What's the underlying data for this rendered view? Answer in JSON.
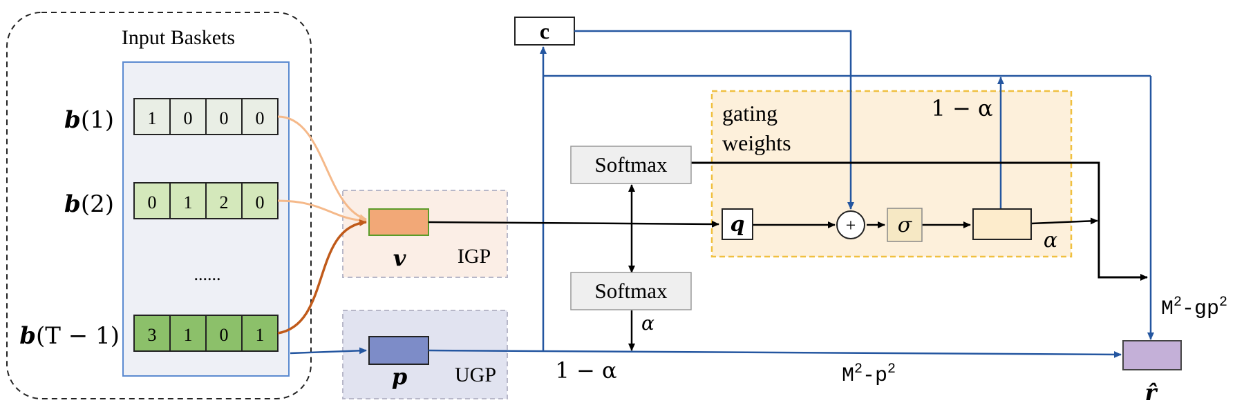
{
  "input_panel": {
    "title": "Input Baskets",
    "baskets": [
      {
        "label_var": "b",
        "label_arg": "(1)",
        "cells": [
          "1",
          "0",
          "0",
          "0"
        ],
        "fill": "#e9eee5"
      },
      {
        "label_var": "b",
        "label_arg": "(2)",
        "cells": [
          "0",
          "1",
          "2",
          "0"
        ],
        "fill": "#d4e8bb"
      },
      {
        "label_var": "b",
        "label_arg": "(T − 1)",
        "cells": [
          "3",
          "1",
          "0",
          "1"
        ],
        "fill": "#8cc06a"
      }
    ],
    "ellipsis": "......"
  },
  "igp": {
    "vector_label": "v",
    "group_label": "IGP",
    "vector_fill": "#f2a877"
  },
  "ugp": {
    "vector_label": "p",
    "group_label": "UGP",
    "vector_fill": "#7d8cc8"
  },
  "top_node": {
    "label": "c"
  },
  "softmax": {
    "top_label": "Softmax",
    "bottom_label": "Softmax"
  },
  "gating": {
    "title_line1": "gating",
    "title_line2": "weights",
    "q_label": "q",
    "plus_label": "+",
    "sigma_label": "σ",
    "alpha_label": "α",
    "one_minus_alpha_label": "1 − α"
  },
  "edges": {
    "softmax_alpha": "α",
    "bottom_one_minus_alpha": "1 − α",
    "m2_p2": {
      "base": "M",
      "sup1": "2",
      "mid": "-p",
      "sup2": "2"
    },
    "m2_gp2": {
      "base": "M",
      "sup1": "2",
      "mid": "-gp",
      "sup2": "2"
    }
  },
  "output": {
    "label": "r̂",
    "fill": "#c4b0d8"
  },
  "colors": {
    "blue_line": "#2456a0",
    "orange_dark": "#c05a1a",
    "orange_light": "#f5b98a",
    "gating_fill": "#fdf0db",
    "gating_border": "#f0c040",
    "igp_fill": "#fbeee6",
    "ugp_fill": "#e1e3f0",
    "panel_fill": "#eef0f6",
    "panel_border": "#5b8ad0",
    "sigma_fill": "#f6e8c4",
    "gate_box_fill": "#fdeccc",
    "softmax_fill": "#efefef"
  }
}
